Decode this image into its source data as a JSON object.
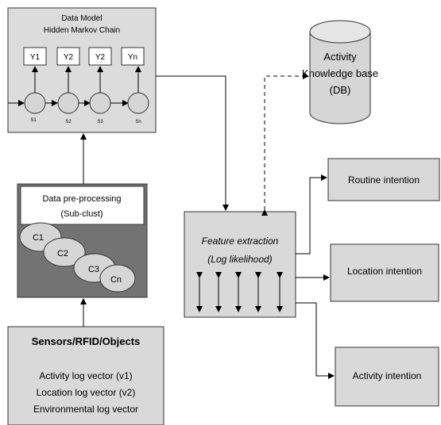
{
  "hmm": {
    "title_line1": "Data Model",
    "title_line2": "Hidden Markov Chain",
    "outputs": [
      "Y1",
      "Y2",
      "Y2",
      "Yn"
    ],
    "states": [
      "S1",
      "S2",
      "S3",
      "Sn"
    ]
  },
  "db": {
    "line1": "Activity",
    "line2": "Knowledge base",
    "line3": "(DB)"
  },
  "preprocessing": {
    "line1": "Data pre-processing",
    "line2": "(Sub-clust)",
    "clusters": [
      "C1",
      "C2",
      "C3",
      "Cn"
    ]
  },
  "sensors": {
    "title": "Sensors/RFID/Objects",
    "line1": "Activity log vector (v1)",
    "line2": "Location log vector (v2)",
    "line3": "Environmental log vector"
  },
  "feature": {
    "line1": "Feature extraction",
    "line2": "(Log likelihood)"
  },
  "intentions": {
    "routine": "Routine intention",
    "location": "Location intention",
    "activity": "Activity intention"
  },
  "colors": {
    "hmm_bg": "#dcdcdc",
    "preproc_bg": "#737373",
    "box_gray": "#d9d9d9",
    "node_gray": "#d6d6d6"
  }
}
